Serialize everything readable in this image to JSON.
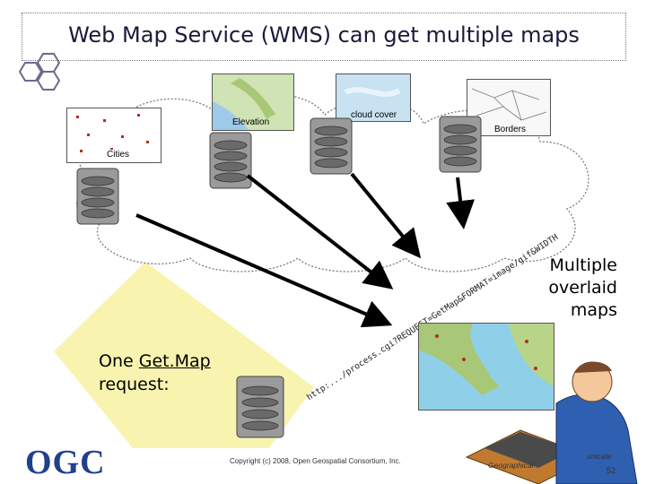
{
  "title": "Web Map Service (WMS) can get multiple maps",
  "maps": {
    "cities": "Cities",
    "elevation": "Elevation",
    "cloud": "cloud cover",
    "borders": "Borders"
  },
  "request_url": "http:.../process.cgi?REQUEST=GetMap&FORMAT=image/gif&WIDTH",
  "result_label": [
    "Multiple",
    "overlaid",
    "maps"
  ],
  "request_label": {
    "prefix": "One ",
    "link": "Get.Map",
    "line2": "request:"
  },
  "footer": {
    "copyright": "Copyright (c) 2008, Open Geospatial Consortium, Inc.",
    "geo": "Geographical",
    "unicate": "unicate",
    "page": "52"
  },
  "logo": "OGC",
  "colors": {
    "yellow": "#f8f4b0",
    "logo": "#1f3f8f",
    "arrow": "#000000"
  }
}
